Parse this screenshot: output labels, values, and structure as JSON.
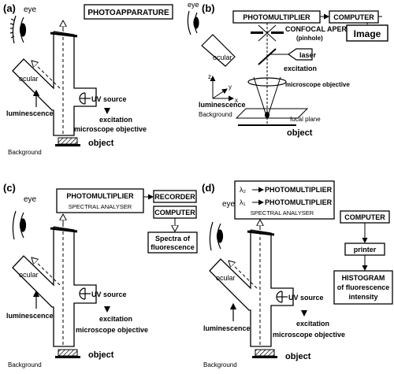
{
  "panel_a": {
    "label": "(a)",
    "eye": "eye",
    "photoapparature": "PHOTOAPPARATURE",
    "ocular": "ocular",
    "uv_source": "UV source",
    "luminescence": "luminescence",
    "excitation": "excitation",
    "objective": "microscope objective",
    "object": "object",
    "background": "Background"
  },
  "panel_b": {
    "label": "(b)",
    "eye": "eye",
    "photomultiplier": "PHOTOMULTIPLIER",
    "computer": "COMPUTER",
    "image": "Image",
    "confocal_aperture": "CONFOCAL APERTURE",
    "pinhole": "(pinhole)",
    "laser": "laser",
    "excitation": "excitation",
    "ocular": "ocular",
    "objective": "microscope objective",
    "z": "z",
    "x": "x",
    "y": "y",
    "luminescence": "luminescence",
    "background": "Background",
    "focal_plane": "focal plane",
    "object": "object"
  },
  "panel_c": {
    "label": "(c)",
    "eye": "eye",
    "photomultiplier": "PHOTOMULTIPLIER",
    "spectral_analyser": "SPECTRAL ANALYSER",
    "recorder": "RECORDER",
    "computer": "COMPUTER",
    "spectra_line1": "Spectra of",
    "spectra_line2": "fluorescence",
    "ocular": "ocular",
    "uv_source": "UV source",
    "luminescence": "luminescence",
    "excitation": "excitation",
    "objective": "microscope objective",
    "object": "object",
    "background": "Background"
  },
  "panel_d": {
    "label": "(d)",
    "eye": "eye",
    "lambda2": "λ₂",
    "lambda1": "λ₁",
    "photomultiplier_1": "PHOTOMULTIPLIER",
    "photomultiplier_2": "PHOTOMULTIPLIER",
    "spectral_analyser": "SPECTRAL ANALYSER",
    "computer": "COMPUTER",
    "printer": "printer",
    "histogram_line1": "HISTOGRAM",
    "histogram_line2": "of fluorescence",
    "histogram_line3": "intensity",
    "ocular": "ocular",
    "uv_source": "UV source",
    "luminescence": "luminescence",
    "excitation": "excitation",
    "objective": "microscope objective",
    "object": "object",
    "background": "Background"
  }
}
